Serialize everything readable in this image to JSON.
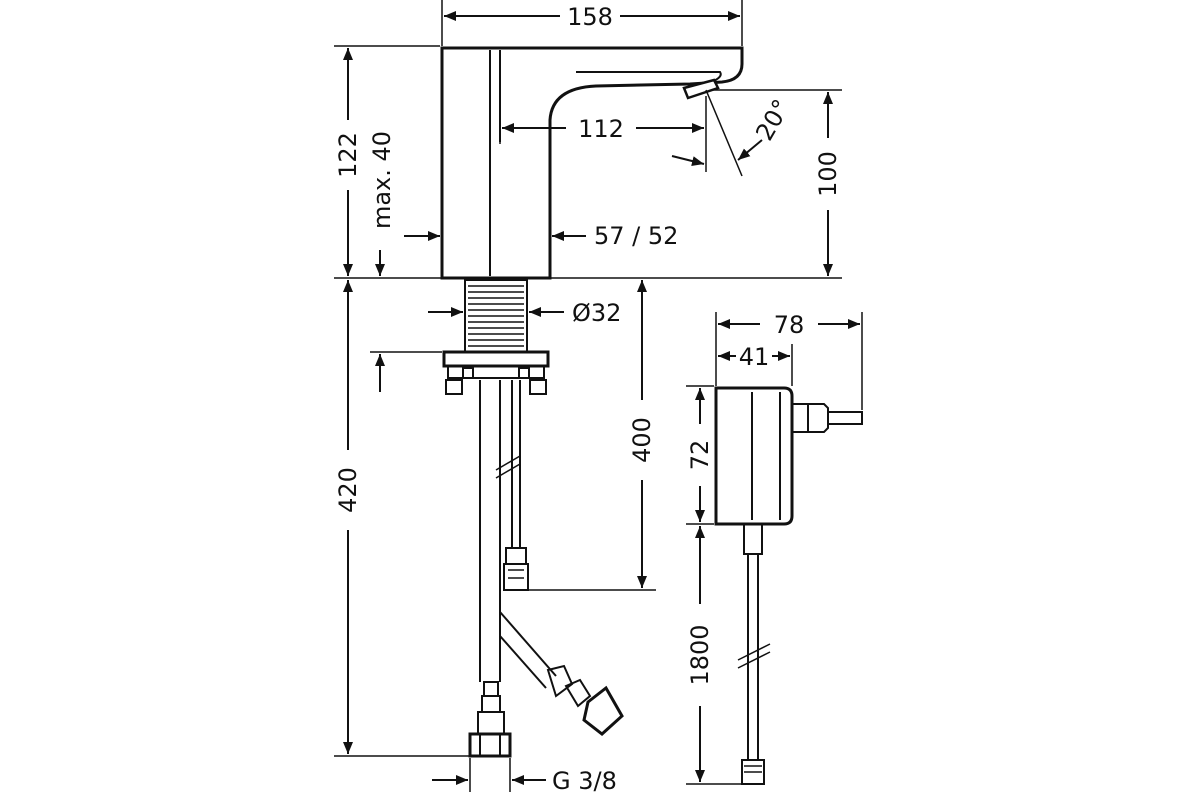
{
  "dimensions": {
    "width_158": "158",
    "height_122": "122",
    "max_40": "max. 40",
    "reach_112": "112",
    "angle_20": "20°",
    "height_100": "100",
    "body_57_52": "57 / 52",
    "diameter_32": "Ø32",
    "length_420": "420",
    "length_400": "400",
    "adapter_78": "78",
    "adapter_41": "41",
    "adapter_72": "72",
    "cable_1800": "1800",
    "thread_g38": "G 3/8"
  }
}
